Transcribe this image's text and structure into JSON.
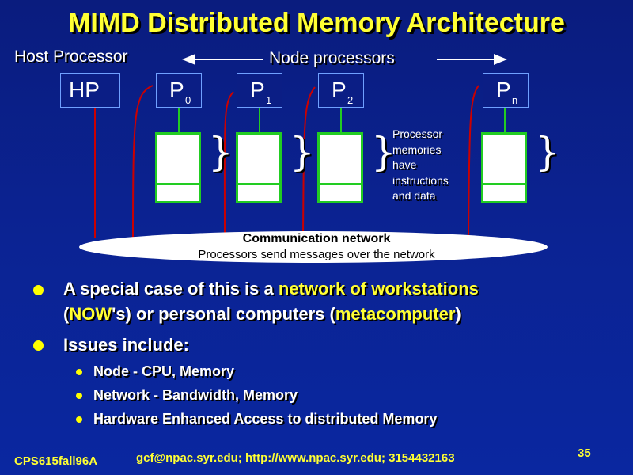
{
  "title": "MIMD Distributed Memory Architecture",
  "diagram": {
    "host_label": "Host Processor",
    "node_label": "Node processors",
    "host": "HP",
    "processors": [
      {
        "main": "P",
        "sub": "0"
      },
      {
        "main": "P",
        "sub": "1"
      },
      {
        "main": "P",
        "sub": "2"
      },
      {
        "main": "P",
        "sub": "n"
      }
    ],
    "memory_note": [
      "Processor",
      "memories",
      "have",
      "instructions",
      "and data"
    ],
    "network_title": "Communication network",
    "network_subtitle": "Processors send messages over the network",
    "colors": {
      "title": "#ffff33",
      "memory_border": "#22cc22",
      "link_line": "#cc0000",
      "arrow": "#ffffff"
    }
  },
  "bullets": {
    "b1": {
      "pre": "A special case of this is a ",
      "hl1": "network of workstations",
      "p2": "(",
      "hl2": "NOW",
      "p3": "'s) or personal computers (",
      "hl3": "metacomputer",
      "p4": ")"
    },
    "b2": "Issues include:",
    "sub": [
      "Node - CPU, Memory",
      "Network - Bandwidth, Memory",
      "Hardware Enhanced Access to distributed Memory"
    ]
  },
  "footer": {
    "course": "CPS615fall96A",
    "contact": "gcf@npac.syr.edu; http://www.npac.syr.edu; 3154432163",
    "page": "35"
  }
}
